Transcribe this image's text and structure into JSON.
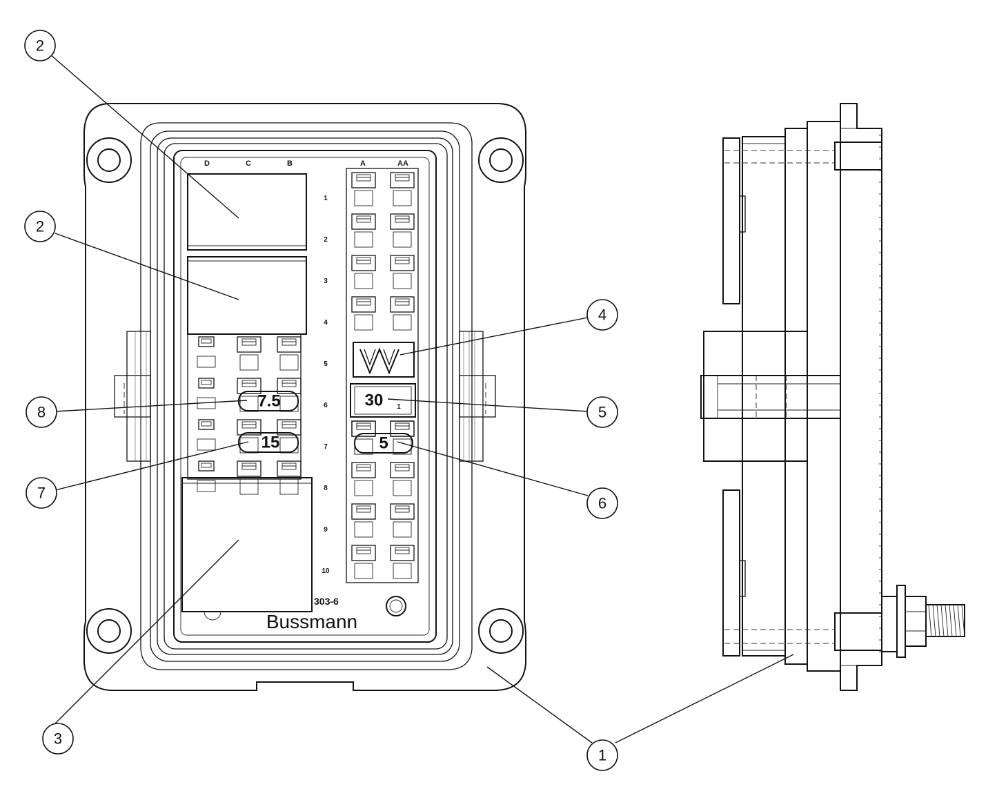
{
  "front_view": {
    "brand": "Bussmann",
    "part_number": "303-6",
    "columns_left": [
      "D",
      "C",
      "B"
    ],
    "columns_right": [
      "A",
      "AA"
    ],
    "rows": [
      "1",
      "2",
      "3",
      "4",
      "5",
      "6",
      "7",
      "8",
      "9",
      "10"
    ],
    "fuse_labels": {
      "row6_left": "7.5",
      "row7_left": "15",
      "row6_right": "30",
      "row6_right_sub": "1",
      "row7_right": "5"
    }
  },
  "callouts": [
    {
      "number": "2",
      "target": "relay-top"
    },
    {
      "number": "2",
      "target": "relay-second"
    },
    {
      "number": "3",
      "target": "relay-large"
    },
    {
      "number": "4",
      "target": "flasher-relay"
    },
    {
      "number": "5",
      "target": "maxi-fuse"
    },
    {
      "number": "6",
      "target": "ato-fuse-right"
    },
    {
      "number": "7",
      "target": "mini-fuse-15"
    },
    {
      "number": "8",
      "target": "mini-fuse-7-5"
    },
    {
      "number": "1",
      "target": "enclosure-front"
    },
    {
      "number": "1",
      "target": "enclosure-side"
    }
  ]
}
